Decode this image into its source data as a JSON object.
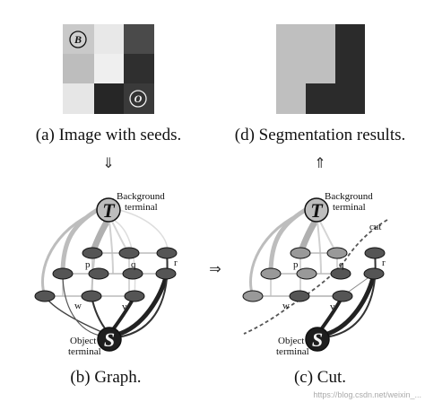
{
  "captions": {
    "a": "(a) Image with seeds.",
    "d": "(d) Segmentation results.",
    "b": "(b) Graph.",
    "c": "(c) Cut."
  },
  "seeds": {
    "background": "B",
    "object": "O"
  },
  "arrows": {
    "down": "⇓",
    "up": "⇑",
    "right": "⇒"
  },
  "graph": {
    "terminal_top": "T",
    "terminal_bottom": "S",
    "bg_label_1": "Background",
    "bg_label_2": "terminal",
    "obj_label_1": "Object",
    "obj_label_2": "terminal",
    "node_p": "p",
    "node_q": "q",
    "node_r": "r",
    "node_w": "w",
    "node_v": "v",
    "cut_label": "cut"
  },
  "image_grid": [
    [
      "#c9c9c9",
      "#e8e8e8",
      "#4a4a4a"
    ],
    [
      "#bdbdbd",
      "#efefef",
      "#2f2f2f"
    ],
    [
      "#e6e6e6",
      "#262626",
      "#3a3a3a"
    ]
  ],
  "segmentation": {
    "background_color": "#bfbfbf",
    "object_color": "#2b2b2b"
  },
  "watermark": "https://blog.csdn.net/weixin_..."
}
